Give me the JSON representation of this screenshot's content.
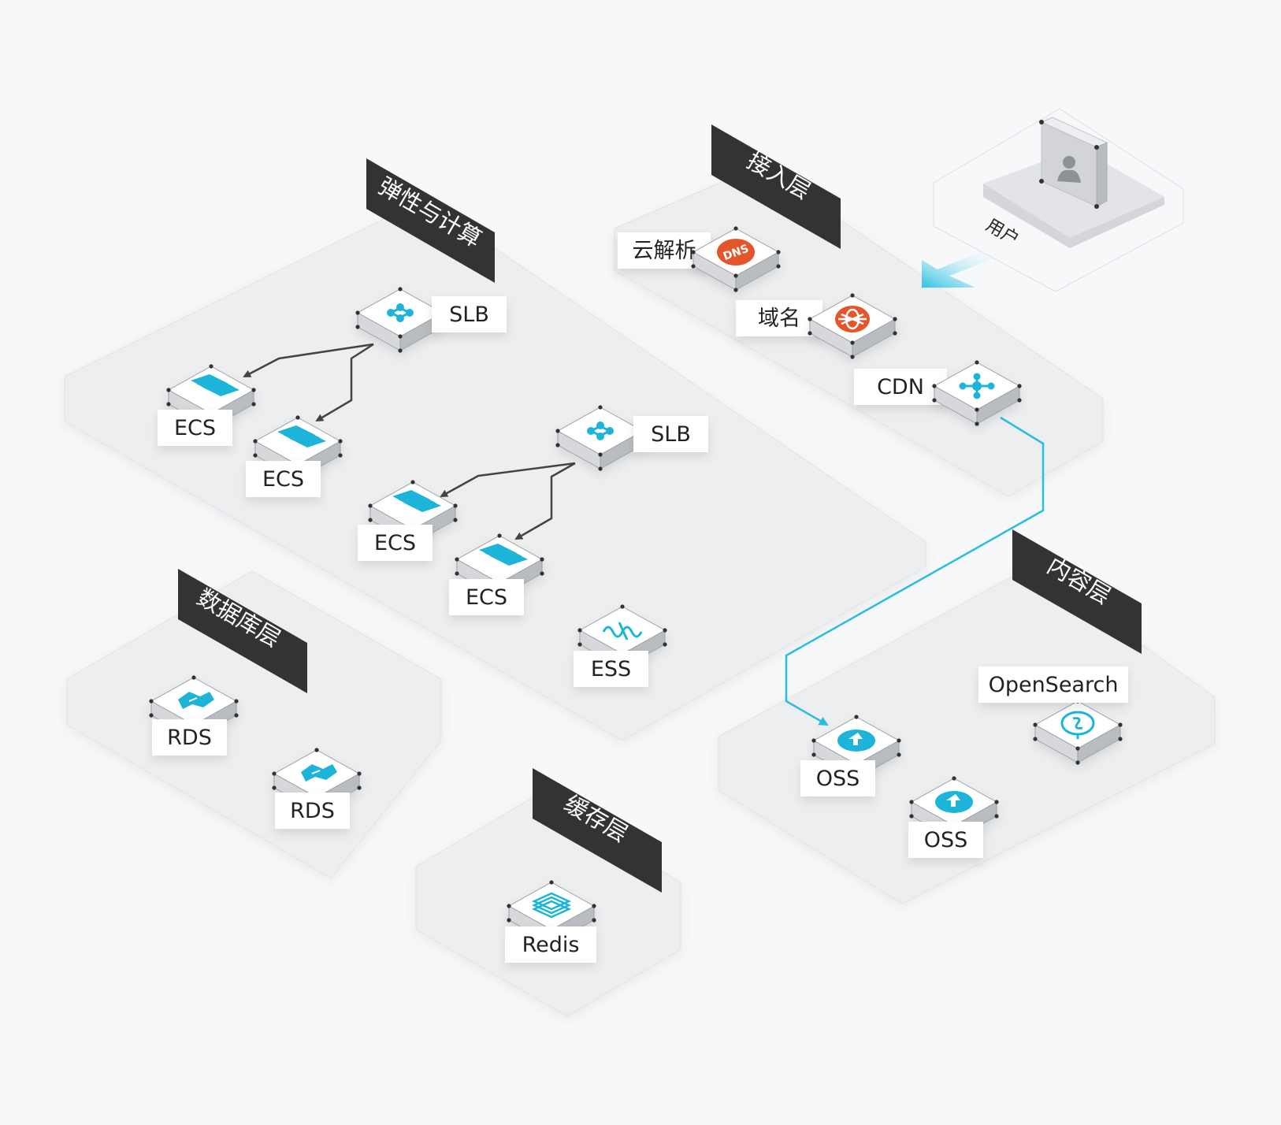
{
  "layers": {
    "access": "接入层",
    "compute": "弹性与计算",
    "database": "数据库层",
    "cache": "缓存层",
    "content": "内容层"
  },
  "user": {
    "label": "用户"
  },
  "nodes": {
    "dns": "云解析",
    "domain": "域名",
    "cdn": "CDN",
    "slb1": "SLB",
    "ecs1": "ECS",
    "ecs2": "ECS",
    "slb2": "SLB",
    "ecs3": "ECS",
    "ecs4": "ECS",
    "ess": "ESS",
    "rds1": "RDS",
    "rds2": "RDS",
    "redis": "Redis",
    "opensearch": "OpenSearch",
    "oss1": "OSS",
    "oss2": "OSS"
  },
  "colors": {
    "accent": "#1fb5d9",
    "layer_tag": "#333333",
    "dns_icon": "#e4542b",
    "connector": "#444444",
    "cdn_link": "#29bde0"
  }
}
